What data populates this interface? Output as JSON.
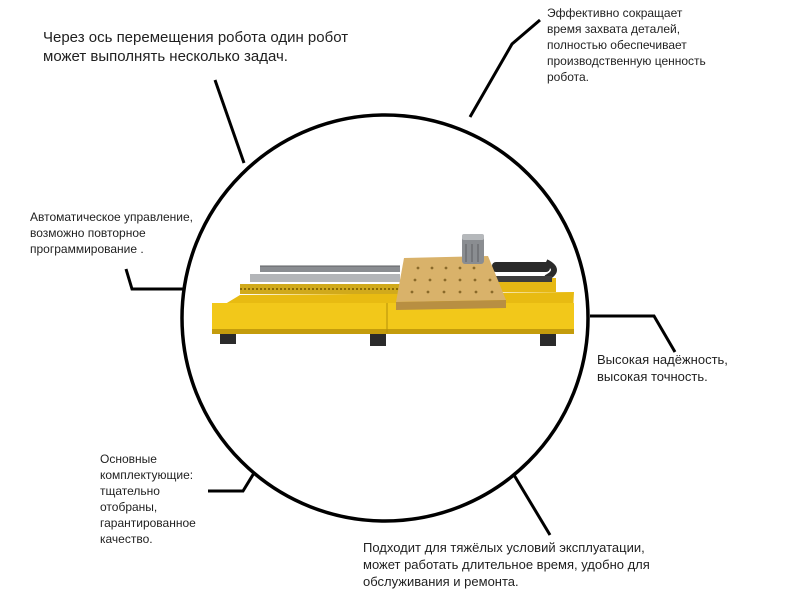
{
  "callouts": {
    "top_left": [
      "Через ось перемещения робота один робот",
      "может выполнять несколько задач."
    ],
    "top_right": [
      "Эффективно сокращает",
      "время захвата деталей,",
      "полностью обеспечивает",
      "производственную ценность",
      "робота."
    ],
    "middle_left": [
      "Автоматическое управление,",
      "возможно повторное",
      "программирование ."
    ],
    "middle_right": [
      "Высокая надёжность,",
      "высокая точность."
    ],
    "bottom_left": [
      "Основные",
      "комплектующие:",
      "тщательно",
      "отобраны,",
      "гарантированное",
      "качество."
    ],
    "bottom_right": [
      "Подходит для тяжёлых условий эксплуатации,",
      "может работать длительное время, удобно для",
      "обслуживания и ремонта."
    ]
  },
  "colors": {
    "machine_body": "#f2c81a",
    "machine_shadow": "#caa00e",
    "carriage_plate": "#d9b26a",
    "steel": "#8a8d91",
    "outline": "#000000"
  }
}
